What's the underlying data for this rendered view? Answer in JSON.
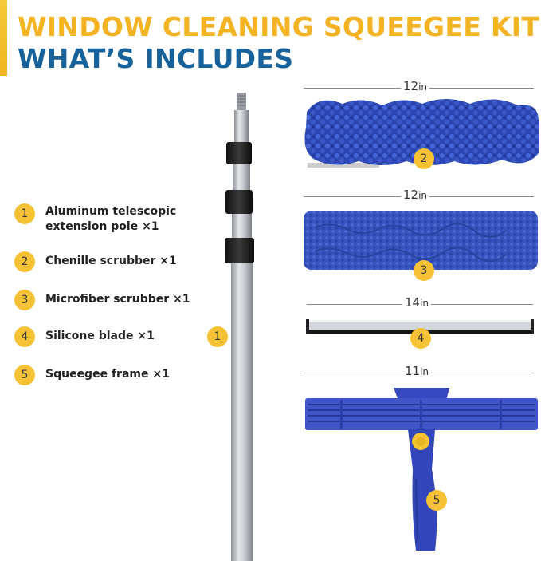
{
  "heading": {
    "line1": "WINDOW CLEANING SQUEEGEE KIT",
    "line2": "WHAT’S INCLUDES"
  },
  "colors": {
    "accent_yellow": "#f4b323",
    "heading_blue": "#17629a",
    "product_blue": "#3a4fc0",
    "badge": "#f6c235"
  },
  "items": [
    {
      "number": "1",
      "line1": "Aluminum telescopic",
      "line2": "extension pole ×1"
    },
    {
      "number": "2",
      "line1": "Chenille scrubber ×1",
      "line2": ""
    },
    {
      "number": "3",
      "line1": "Microfiber scrubber ×1",
      "line2": ""
    },
    {
      "number": "4",
      "line1": "Silicone blade ×1",
      "line2": ""
    },
    {
      "number": "5",
      "line1": "Squeegee frame ×1",
      "line2": ""
    }
  ],
  "dimensions": [
    {
      "value": "12",
      "unit": "in"
    },
    {
      "value": "12",
      "unit": "in"
    },
    {
      "value": "14",
      "unit": "in"
    },
    {
      "value": "11",
      "unit": "in"
    }
  ],
  "callouts": [
    "1",
    "2",
    "3",
    "4",
    "5"
  ]
}
